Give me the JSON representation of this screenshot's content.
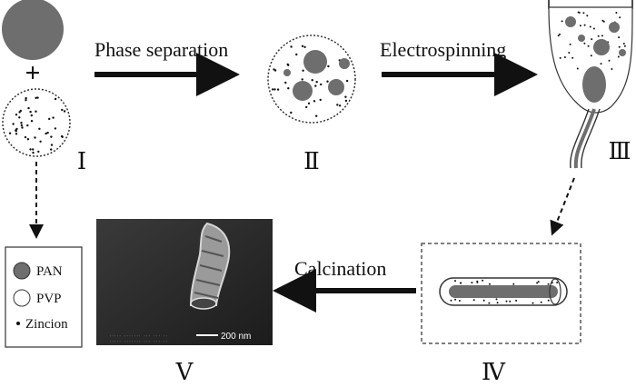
{
  "steps": {
    "phase_separation": "Phase separation",
    "electrospinning": "Electrospinning",
    "calcination": "Calcination"
  },
  "stage_labels": {
    "i": "Ⅰ",
    "ii": "Ⅱ",
    "iii": "Ⅲ",
    "iv": "Ⅳ",
    "v": "Ⅴ"
  },
  "plus": "+",
  "legend": {
    "pan": "PAN",
    "pvp": "PVP",
    "zincion": "Zincion"
  },
  "sem": {
    "scale_bar": "200 nm"
  },
  "colors": {
    "pan": "#6e6e6e",
    "ink": "#111111",
    "sem_bg": "#2b2b2b"
  }
}
